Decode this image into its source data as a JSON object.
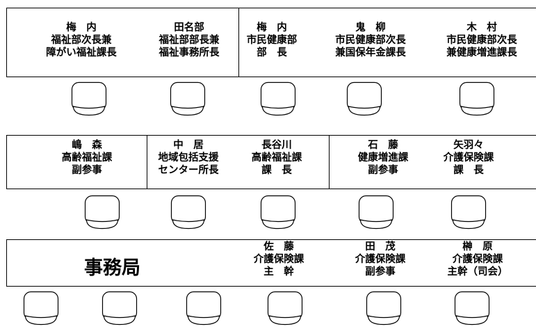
{
  "rows": [
    {
      "seats": [
        {
          "lines": [
            "梅　内",
            "福祉部次長兼",
            "障がい福祉課長"
          ]
        },
        {
          "lines": [
            "田名部",
            "福祉部部長兼",
            "福祉事務所長"
          ]
        },
        {
          "lines": [
            "梅　内",
            "市民健康部",
            "部　長"
          ]
        },
        {
          "lines": [
            "鬼　柳",
            "市民健康部次長",
            "兼国保年金課長"
          ]
        },
        {
          "lines": [
            "木　村",
            "市民健康部次長",
            "兼健康増進課長"
          ]
        }
      ]
    },
    {
      "seats": [
        {
          "lines": [
            "嶋　森",
            "高齢福祉課",
            "副参事"
          ]
        },
        {
          "lines": [
            "中　居",
            "地域包括支援",
            "センター所長"
          ]
        },
        {
          "lines": [
            "長谷川",
            "高齢福祉課",
            "課　長"
          ]
        },
        {
          "lines": [
            "石　藤",
            "健康増進課",
            "副参事"
          ]
        },
        {
          "lines": [
            "矢羽々",
            "介護保険課",
            "課　長"
          ]
        }
      ]
    },
    {
      "title": "事務局",
      "seats": [
        {
          "lines": [
            "佐　藤",
            "介護保険課",
            "主　幹"
          ]
        },
        {
          "lines": [
            "田　茂",
            "介護保険課",
            "副参事"
          ]
        },
        {
          "lines": [
            "榊　原",
            "介護保険課",
            "主幹（司会）"
          ]
        }
      ]
    }
  ]
}
